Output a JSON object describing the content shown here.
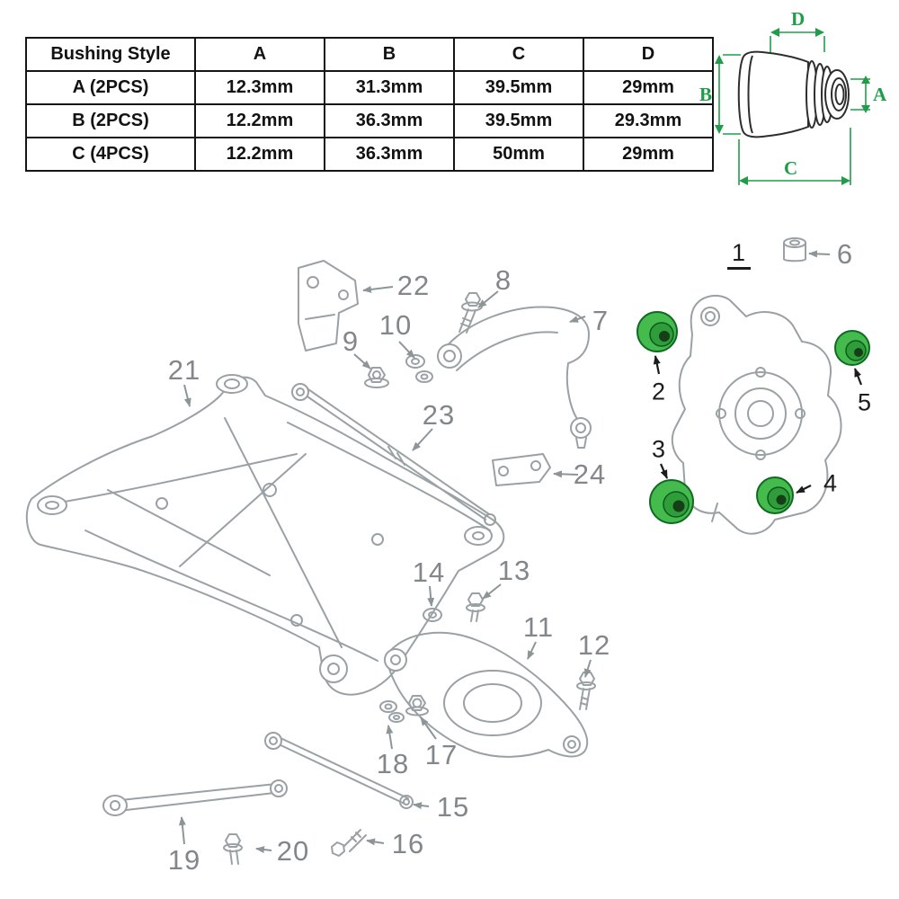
{
  "table": {
    "headers": [
      "Bushing Style",
      "A",
      "B",
      "C",
      "D"
    ],
    "rows": [
      [
        "A (2PCS)",
        "12.3mm",
        "31.3mm",
        "39.5mm",
        "29mm"
      ],
      [
        "B (2PCS)",
        "12.2mm",
        "36.3mm",
        "39.5mm",
        "29.3mm"
      ],
      [
        "C (4PCS)",
        "12.2mm",
        "36.3mm",
        "50mm",
        "29mm"
      ]
    ]
  },
  "dimension_diagram": {
    "labels": {
      "top": "D",
      "left": "B",
      "right": "A",
      "bottom": "C"
    }
  },
  "callouts": [
    "1",
    "2",
    "3",
    "4",
    "5",
    "6",
    "7",
    "8",
    "9",
    "10",
    "11",
    "12",
    "13",
    "14",
    "15",
    "16",
    "17",
    "18",
    "19",
    "20",
    "21",
    "22",
    "23",
    "24"
  ],
  "colors": {
    "bushing_highlight_green": "#45bb4e",
    "dimension_line_green": "#1f9d49",
    "diagram_line_gray": "#9aa1a5",
    "callout_gray": "#81878a",
    "callout_dark": "#1c1c1c"
  }
}
